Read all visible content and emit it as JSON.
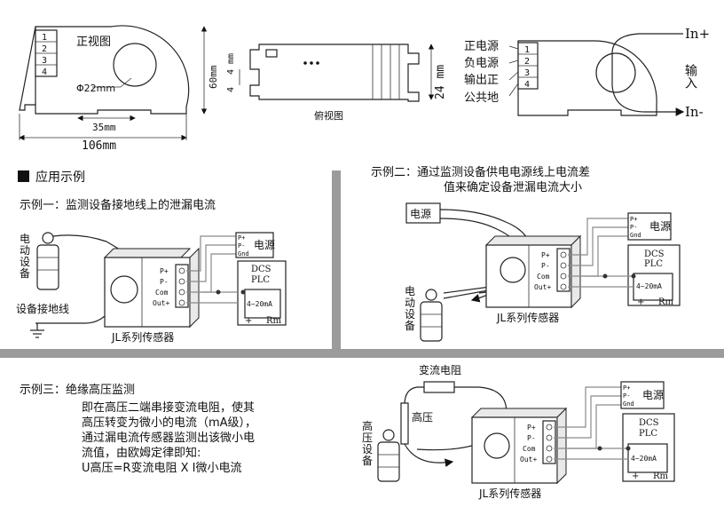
{
  "dims": {
    "front_view": "正视图",
    "diameter": "Φ22mm",
    "w35": "35mm",
    "w106": "106mm",
    "h60": "60mm",
    "top_view": "俯视图",
    "h4": "4 mm",
    "h4b": "4",
    "h24": "24 mm",
    "pins": [
      "1",
      "2",
      "3",
      "4"
    ],
    "pin_labels": [
      "正电源",
      "负电源",
      "输出正",
      "公共地"
    ],
    "in_plus": "In+",
    "in_minus": "In-",
    "input_label": "输入"
  },
  "section_title": "应用示例",
  "example1": {
    "title": "示例一：监测设备接地线上的泄漏电流",
    "equipment": "电动设备",
    "ground": "设备接地线",
    "sensor": "JL系列传感器"
  },
  "example2": {
    "title_line1": "示例二：通过监测设备供电电源线上电流差",
    "title_line2": "值来确定设备泄漏电流大小",
    "power": "电源",
    "equipment": "电动设备",
    "sensor": "JL系列传感器"
  },
  "example3": {
    "title": "示例三：绝缘高压监测",
    "lines": [
      "即在高压二端串接变流电阻，使其",
      "高压转变为微小的电流（mA级），",
      "通过漏电流传感器监测出该微小电",
      "流值，由欧姆定律即知:",
      "U高压=R变流电阻 X I微小电流"
    ],
    "resistor": "变流电阻",
    "hv": "高压",
    "equipment": "高压设备",
    "sensor": "JL系列传感器"
  },
  "terminals": {
    "pins": [
      "P+",
      "P-",
      "Com",
      "Out+"
    ],
    "supply_pins": [
      "P+",
      "P-",
      "Gnd"
    ],
    "supply": "电源",
    "dcs": "DCS",
    "plc": "PLC",
    "range": "4~20mA",
    "plus": "+",
    "rm": "Rm"
  }
}
